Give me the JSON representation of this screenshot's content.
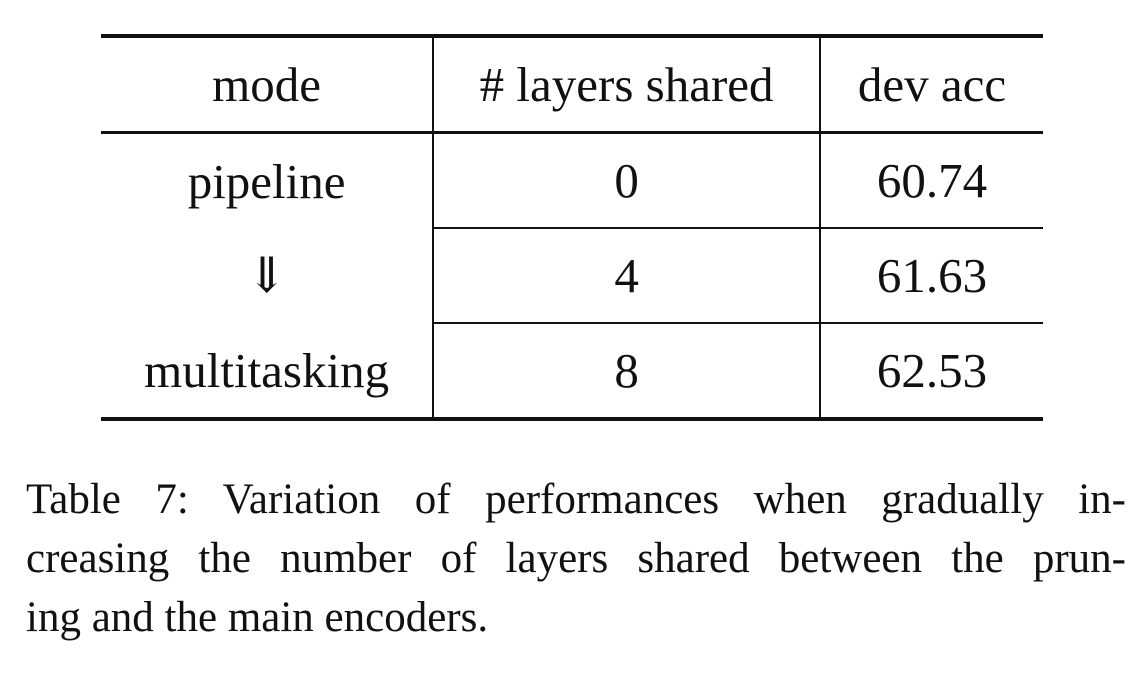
{
  "table": {
    "columns": [
      "mode",
      "# layers shared",
      "dev acc"
    ],
    "rows": [
      {
        "mode": "pipeline",
        "layers_shared": "0",
        "dev_acc": "60.74"
      },
      {
        "mode": "⇓",
        "layers_shared": "4",
        "dev_acc": "61.63"
      },
      {
        "mode": "multitasking",
        "layers_shared": "8",
        "dev_acc": "62.53"
      }
    ]
  },
  "caption": {
    "lines": [
      "Table 7: Variation of performances when gradually in-",
      "creasing the number of layers shared between the prun-",
      "ing and the main encoders."
    ]
  }
}
